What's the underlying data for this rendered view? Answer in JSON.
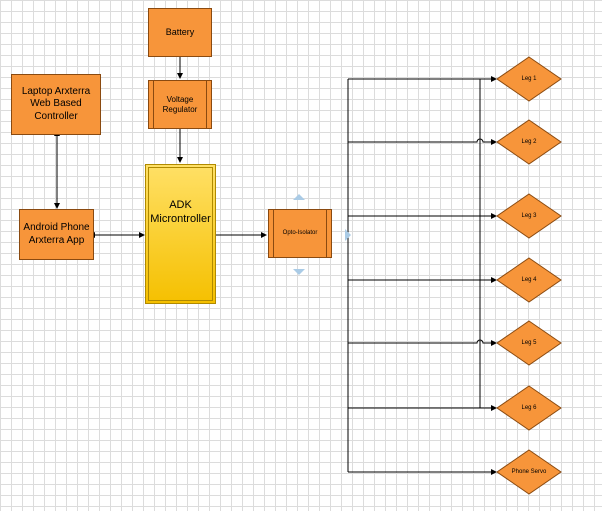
{
  "diagram": {
    "nodes": {
      "battery": "Battery",
      "voltage_regulator": "Voltage\nRegulator",
      "laptop": "Laptop Arxterra\nWeb Based\nController",
      "android": "Android Phone\nArxterra App",
      "adk": "ADK\nMicrontroller",
      "opto": "Opto-Isolator",
      "outputs": [
        "Leg 1",
        "Leg 2",
        "Leg 3",
        "Leg 4",
        "Leg 5",
        "Leg 6",
        "Phone Servo"
      ]
    },
    "colors": {
      "node_fill": "#f7953a",
      "node_border": "#8a4a10",
      "adk_fill": "#fcd21f",
      "connector": "#000000",
      "selection_handle": "#aacbe6",
      "grid": "#dcdcdc"
    }
  }
}
